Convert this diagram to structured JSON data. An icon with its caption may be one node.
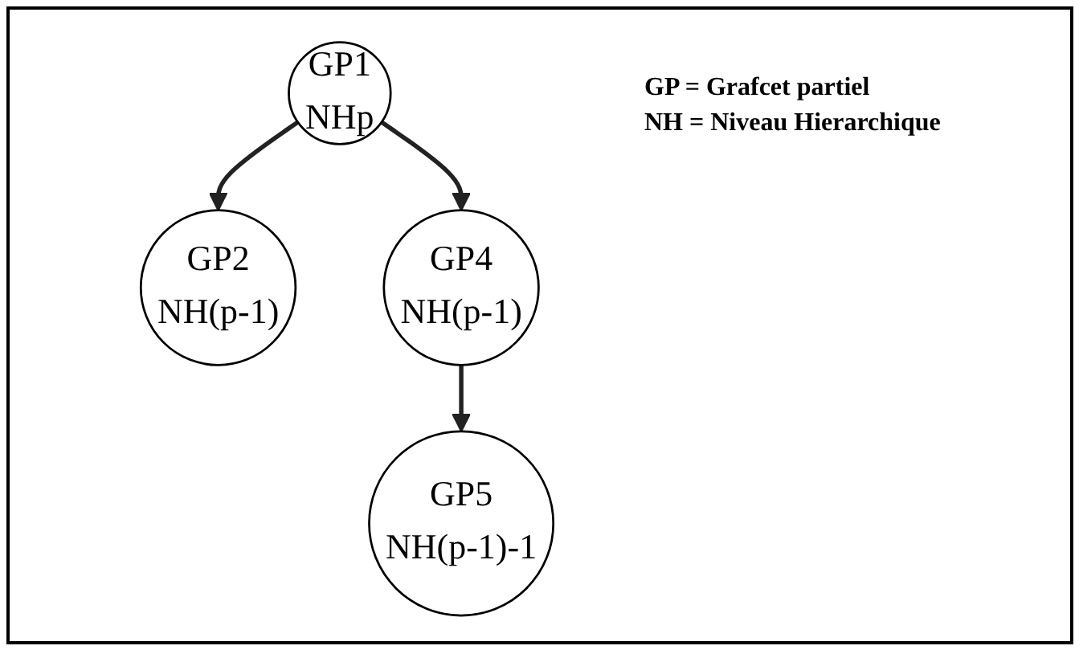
{
  "diagram": {
    "nodes": [
      {
        "text": [
          "GP1",
          "NHp"
        ]
      },
      {
        "text": [
          "GP2",
          "NH(p-1)"
        ]
      },
      {
        "text": [
          "GP4",
          "NH(p-1)"
        ]
      },
      {
        "text": [
          "GP5",
          "NH(p-1)-1"
        ]
      }
    ],
    "edges": [
      {
        "from": 0,
        "to": 1,
        "arrow": "to"
      },
      {
        "from": 0,
        "to": 2,
        "arrow": "to"
      },
      {
        "from": 2,
        "to": 3,
        "arrow": "to"
      }
    ],
    "labels": [
      "GP = Grafcet partiel",
      "NH = Niveau Hierarchique"
    ]
  }
}
